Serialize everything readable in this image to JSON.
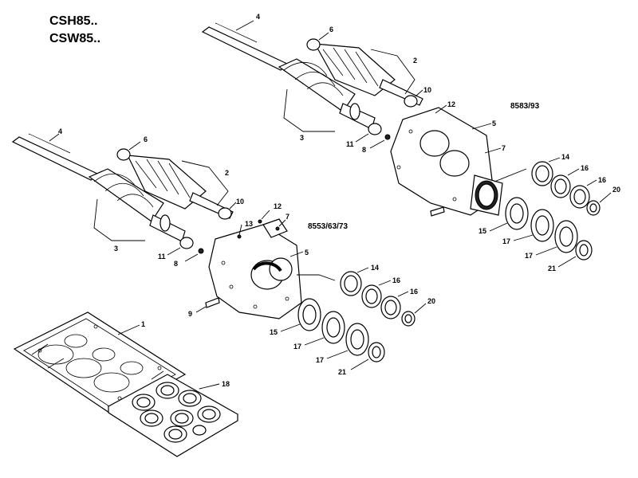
{
  "header": {
    "model_line_1": "CSH85..",
    "model_line_2": "CSW85.."
  },
  "variants": {
    "upper": "8583/93",
    "lower": "8553/63/73"
  },
  "upper_assembly": {
    "labels": [
      "4",
      "6",
      "2",
      "10",
      "3",
      "11",
      "8",
      "12",
      "5",
      "7",
      "14",
      "16",
      "16",
      "20",
      "15",
      "17",
      "17",
      "21"
    ]
  },
  "lower_assembly": {
    "labels": [
      "4",
      "6",
      "2",
      "10",
      "3",
      "11",
      "8",
      "13",
      "12",
      "7",
      "5",
      "9",
      "14",
      "16",
      "16",
      "20",
      "15",
      "17",
      "17",
      "21"
    ]
  },
  "kits": {
    "labels": [
      "1",
      "18"
    ]
  }
}
